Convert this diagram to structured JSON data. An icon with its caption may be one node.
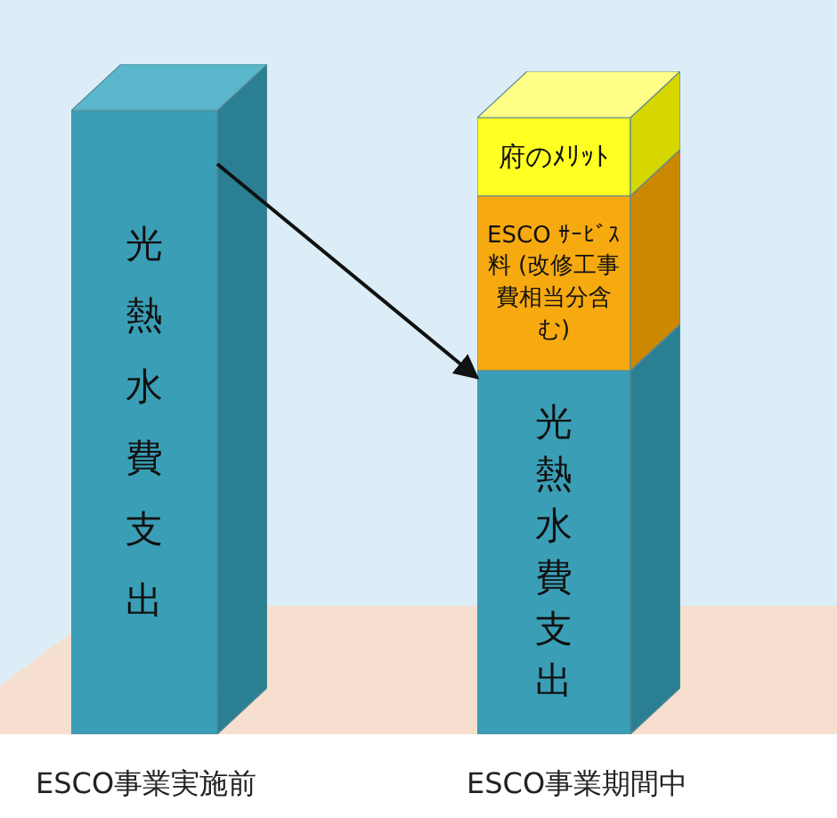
{
  "diagram": {
    "nodes": [
      {
        "text": [
          "光熱水費支出"
        ]
      },
      {
        "text": [
          "府のﾒﾘｯﾄ"
        ]
      },
      {
        "text": [
          "ESCO ｻｰﾋﾞｽ料 (改修工事費相当分含む)"
        ]
      },
      {
        "text": [
          "光熱水費支出"
        ]
      }
    ],
    "edges": [
      {
        "from": 0,
        "to": 3,
        "arrow": "to"
      }
    ],
    "labels": [
      "ESCO事業実施前",
      "ESCO事業期間中"
    ]
  }
}
